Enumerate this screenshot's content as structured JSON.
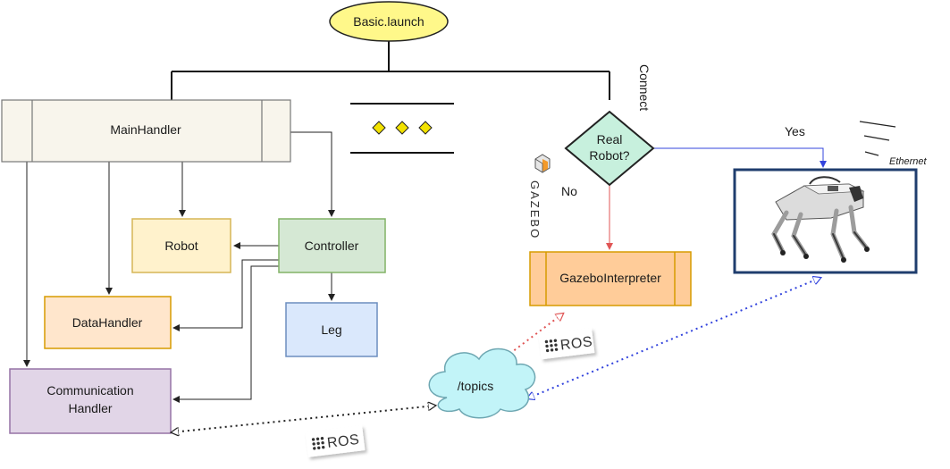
{
  "nodes": {
    "launch": "Basic.launch",
    "main_handler": "MainHandler",
    "robot": "Robot",
    "controller": "Controller",
    "data_handler": "DataHandler",
    "leg": "Leg",
    "comm_handler_line1": "Communication",
    "comm_handler_line2": "Handler",
    "decision_line1": "Real",
    "decision_line2": "Robot?",
    "gazebo_interpreter": "GazeboInterpreter",
    "topics": "/topics"
  },
  "labels": {
    "connect": "Connect",
    "yes": "Yes",
    "no": "No",
    "ethernet": "Ethernet",
    "gazebo_logo": "GAZEBO",
    "ros_logo_1": "ROS",
    "ros_logo_2": "ROS"
  },
  "icons": {
    "robot_photo": "quadruped-robot-image",
    "gazebo": "gazebo-logo-icon",
    "ros": "ros-logo-icon",
    "ellipsis": "diamond-ellipsis-icon"
  },
  "colors": {
    "launch_fill": "#fff88a",
    "main_fill": "#f8f5ec",
    "robot_fill": "#fff2cc",
    "controller_fill": "#d5e8d4",
    "data_fill": "#ffe6cc",
    "leg_fill": "#dae8fc",
    "comm_fill": "#e1d5e7",
    "decision_fill": "#c7f0dd",
    "gazebo_fill": "#ffcc99",
    "topics_fill": "#c2f4f8",
    "yes_line": "#3344dd",
    "no_line": "#e05555"
  }
}
